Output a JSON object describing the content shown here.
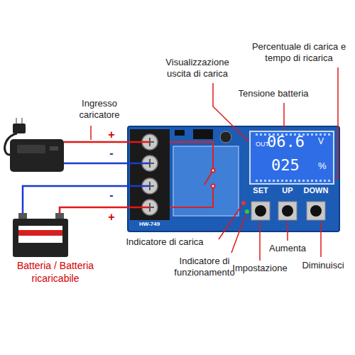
{
  "diagram": {
    "nodes": [
      {
        "text": [
          "HW-749"
        ]
      },
      {
        "text": [
          "OUT",
          "06.6",
          "V",
          "025",
          "%"
        ],
        "in": 0
      },
      {
        "text": [
          "SET"
        ],
        "in": 0
      },
      {
        "text": [
          "UP"
        ],
        "in": 0
      },
      {
        "text": [
          "DOWN"
        ],
        "in": 0
      }
    ],
    "labels": [
      "Ingresso caricatore",
      "+",
      "-",
      "-",
      "+",
      "Batteria / Batteria ricaricabile",
      "Visualizzazione uscita di carica",
      "Percentuale di carica e tempo di ricarica",
      "Tensione batteria",
      "Indicatore di carica",
      "Indicatore di funzionamento",
      "Impostazione",
      "Aumenta",
      "Diminuisci"
    ]
  }
}
